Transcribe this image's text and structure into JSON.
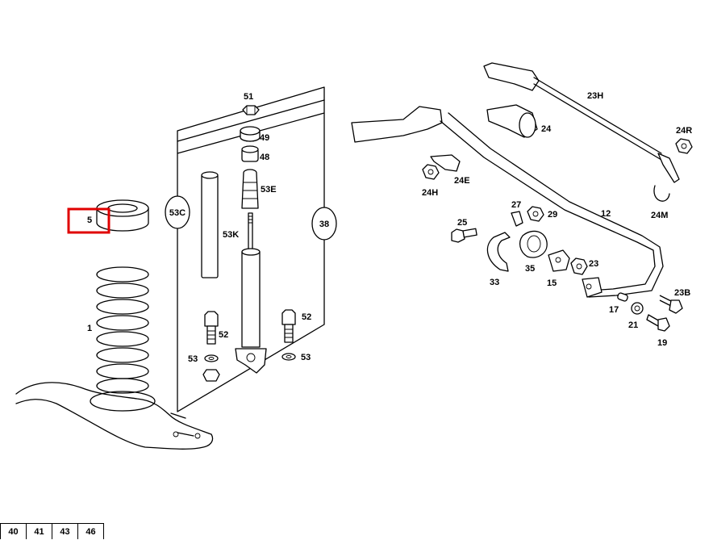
{
  "callouts": {
    "c51": "51",
    "c49": "49",
    "c48": "48",
    "c53E": "53E",
    "c53C": "53C",
    "c53K": "53K",
    "c38": "38",
    "c5": "5",
    "c1": "1",
    "c52a": "52",
    "c52b": "52",
    "c53a": "53",
    "c53b": "53",
    "c23H": "23H",
    "c24": "24",
    "c24R": "24R",
    "c24E": "24E",
    "c24H": "24H",
    "c24M": "24M",
    "c27": "27",
    "c29": "29",
    "c12": "12",
    "c25": "25",
    "c33": "33",
    "c35": "35",
    "c15": "15",
    "c23": "23",
    "c23B": "23B",
    "c17": "17",
    "c21": "21",
    "c19": "19"
  },
  "highlight": {
    "label": "5",
    "color": "#e00000"
  },
  "page_tabs": [
    "40",
    "41",
    "43",
    "46"
  ]
}
